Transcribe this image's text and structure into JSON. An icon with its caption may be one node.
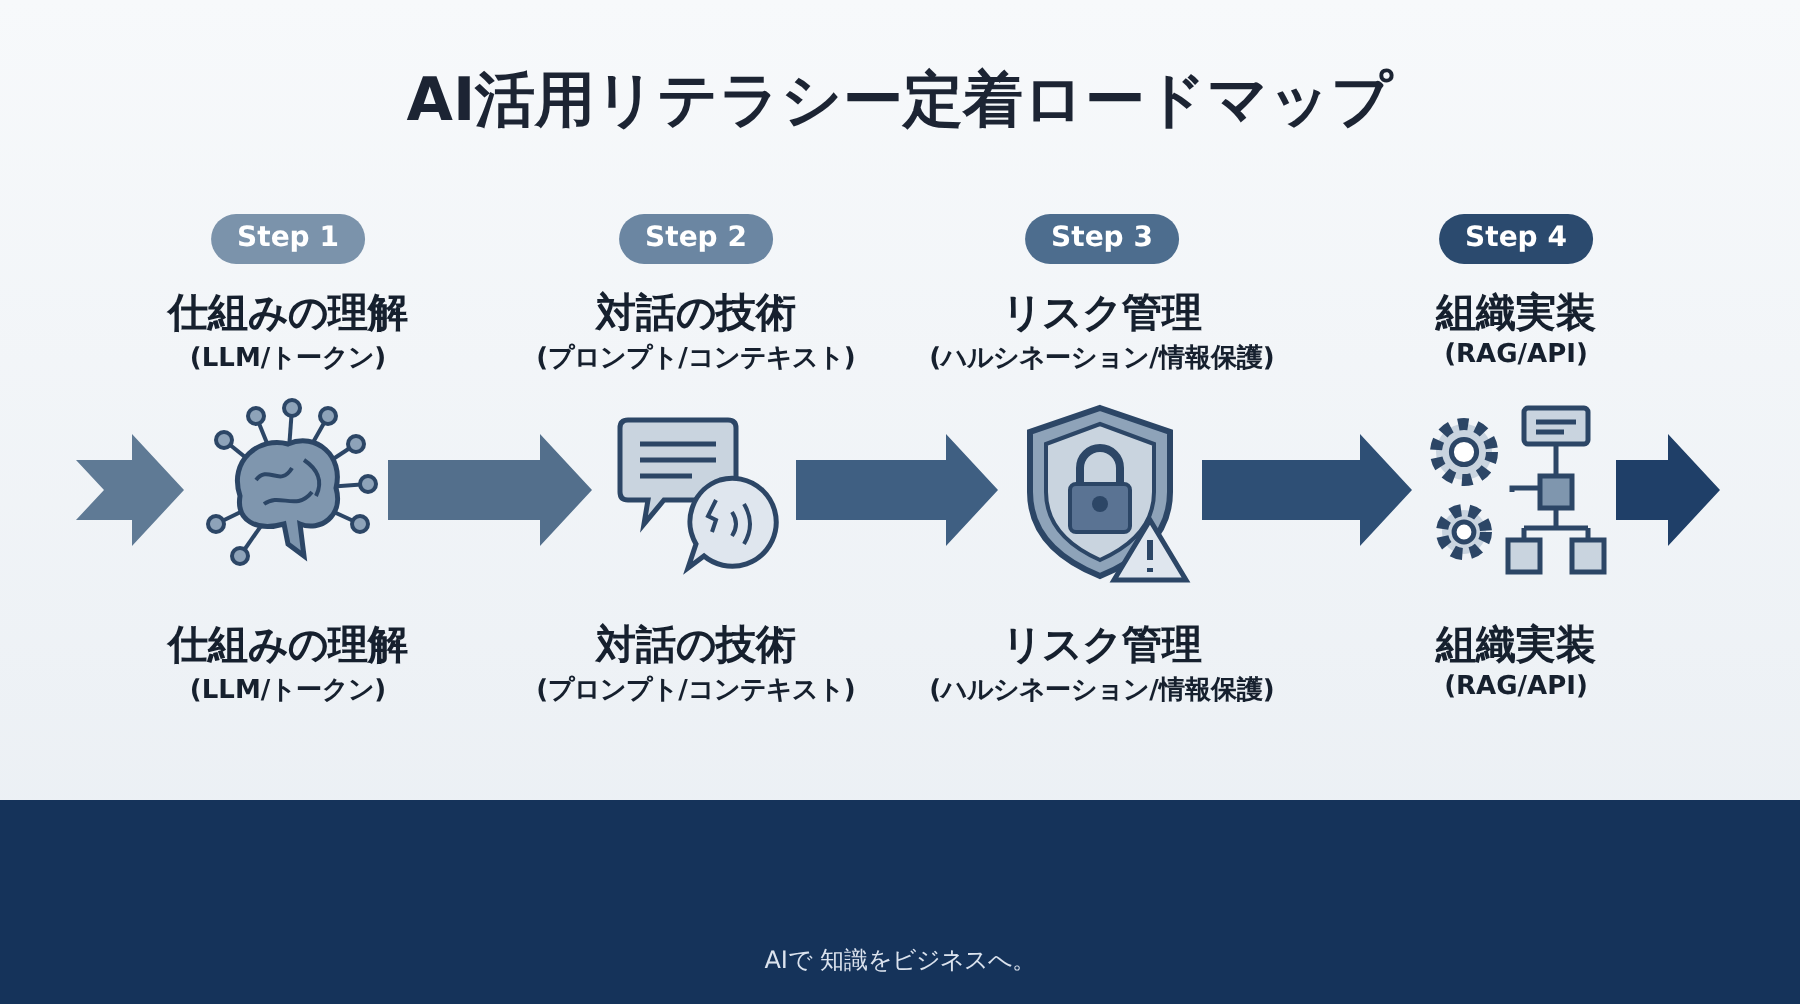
{
  "diagram": {
    "title": "AI活用リテラシー定着ロードマップ",
    "nodes": [
      {
        "text": [
          "Step 1"
        ]
      },
      {
        "text": [
          "Step 2"
        ]
      },
      {
        "text": [
          "Step 3"
        ]
      },
      {
        "text": [
          "Step 4"
        ]
      },
      {
        "text": [],
        "shape": "picture"
      },
      {
        "text": [],
        "shape": "picture"
      },
      {
        "text": [],
        "shape": "picture"
      },
      {
        "text": [],
        "shape": "picture"
      }
    ],
    "edges": [
      {
        "from": null,
        "to": 4,
        "arrow": "to",
        "color": "#5f7a95"
      },
      {
        "from": 4,
        "to": 5,
        "arrow": "to",
        "color": "#536f8c"
      },
      {
        "from": 5,
        "to": 6,
        "arrow": "to",
        "color": "#3f5f82"
      },
      {
        "from": 6,
        "to": 7,
        "arrow": "to",
        "color": "#2e4f75"
      },
      {
        "from": 7,
        "to": null,
        "arrow": "to",
        "color": "#1f3f68"
      }
    ],
    "labels": [
      "仕組みの理解",
      "(LLM/トークン)",
      "対話の技術",
      "(プロンプト/コンテキスト)",
      "リスク管理",
      "(ハルシネーション/情報保護)",
      "組織実装",
      "(RAG/API)",
      "仕組みの理解",
      "(LLM/トークン)",
      "対話の技術",
      "(プロンプト/コンテキスト)",
      "リスク管理",
      "(ハルシネーション/情報保護)",
      "組織実装",
      "(RAG/API)",
      "AIで 知識をビジネスへ。"
    ]
  }
}
